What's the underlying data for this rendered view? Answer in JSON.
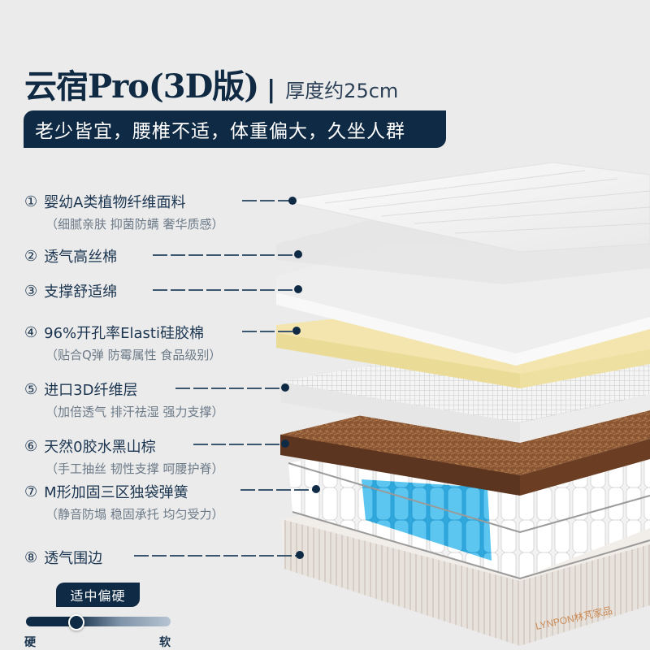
{
  "header": {
    "product_name": "云宿Pro(3D版)",
    "separator": "|",
    "thickness": "厚度约25cm"
  },
  "banner": {
    "text": "老少皆宜，腰椎不适，体重偏大，久坐人群"
  },
  "layers": [
    {
      "num": "①",
      "name": "婴幼A类植物纤维面料",
      "desc": "（细腻亲肤 抑菌防螨 奢华质感）"
    },
    {
      "num": "②",
      "name": "透气高丝棉",
      "desc": ""
    },
    {
      "num": "③",
      "name": "支撑舒适绵",
      "desc": ""
    },
    {
      "num": "④",
      "name": "96%开孔率Elasti硅胶棉",
      "desc": "（贴合Q弹 防霉属性 食品级别）"
    },
    {
      "num": "⑤",
      "name": "进口3D纤维层",
      "desc": "（加倍透气 排汗祛湿 强力支撑）"
    },
    {
      "num": "⑥",
      "name": "天然0胶水黑山棕",
      "desc": "（手工抽丝 韧性支撑 呵腰护脊）"
    },
    {
      "num": "⑦",
      "name": "M形加固三区独袋弹簧",
      "desc": "（静音防塌 稳固承托 均匀受力）"
    },
    {
      "num": "⑧",
      "name": "透气围边",
      "desc": ""
    }
  ],
  "firmness": {
    "badge": "适中偏硬",
    "hard_label": "硬",
    "soft_label": "软",
    "position_percent": 33
  },
  "brand": {
    "logo_text": "LYNPON林芃家品"
  },
  "colors": {
    "navy": "#0f2a44",
    "background": "#ebebeb",
    "latex_yellow": "#f3e5ad",
    "coir_brown": "#7a4a2a",
    "spring_blue": "#3fb6e8"
  }
}
